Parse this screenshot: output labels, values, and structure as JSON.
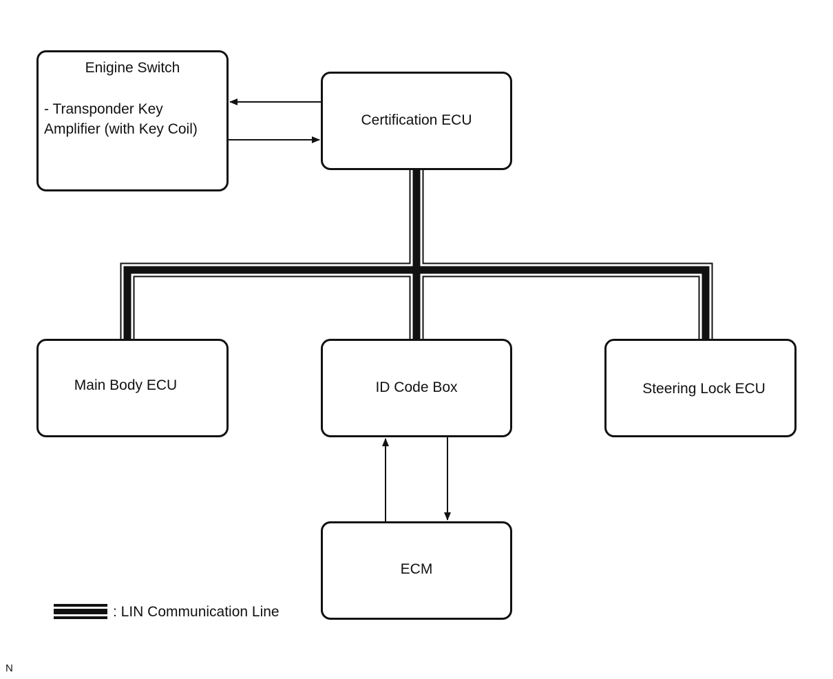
{
  "diagram": {
    "nodes": {
      "engine_switch": {
        "title": "Enigine Switch",
        "line1": "- Transponder Key",
        "line2": "Amplifier (with Key Coil)"
      },
      "certification_ecu": {
        "label": "Certification ECU"
      },
      "main_body_ecu": {
        "label": "Main Body ECU"
      },
      "id_code_box": {
        "label": "ID Code Box"
      },
      "steering_lock_ecu": {
        "label": "Steering Lock ECU"
      },
      "ecm": {
        "label": "ECM"
      }
    },
    "legend": {
      "text": ": LIN Communication Line"
    },
    "corner_mark": "N"
  }
}
